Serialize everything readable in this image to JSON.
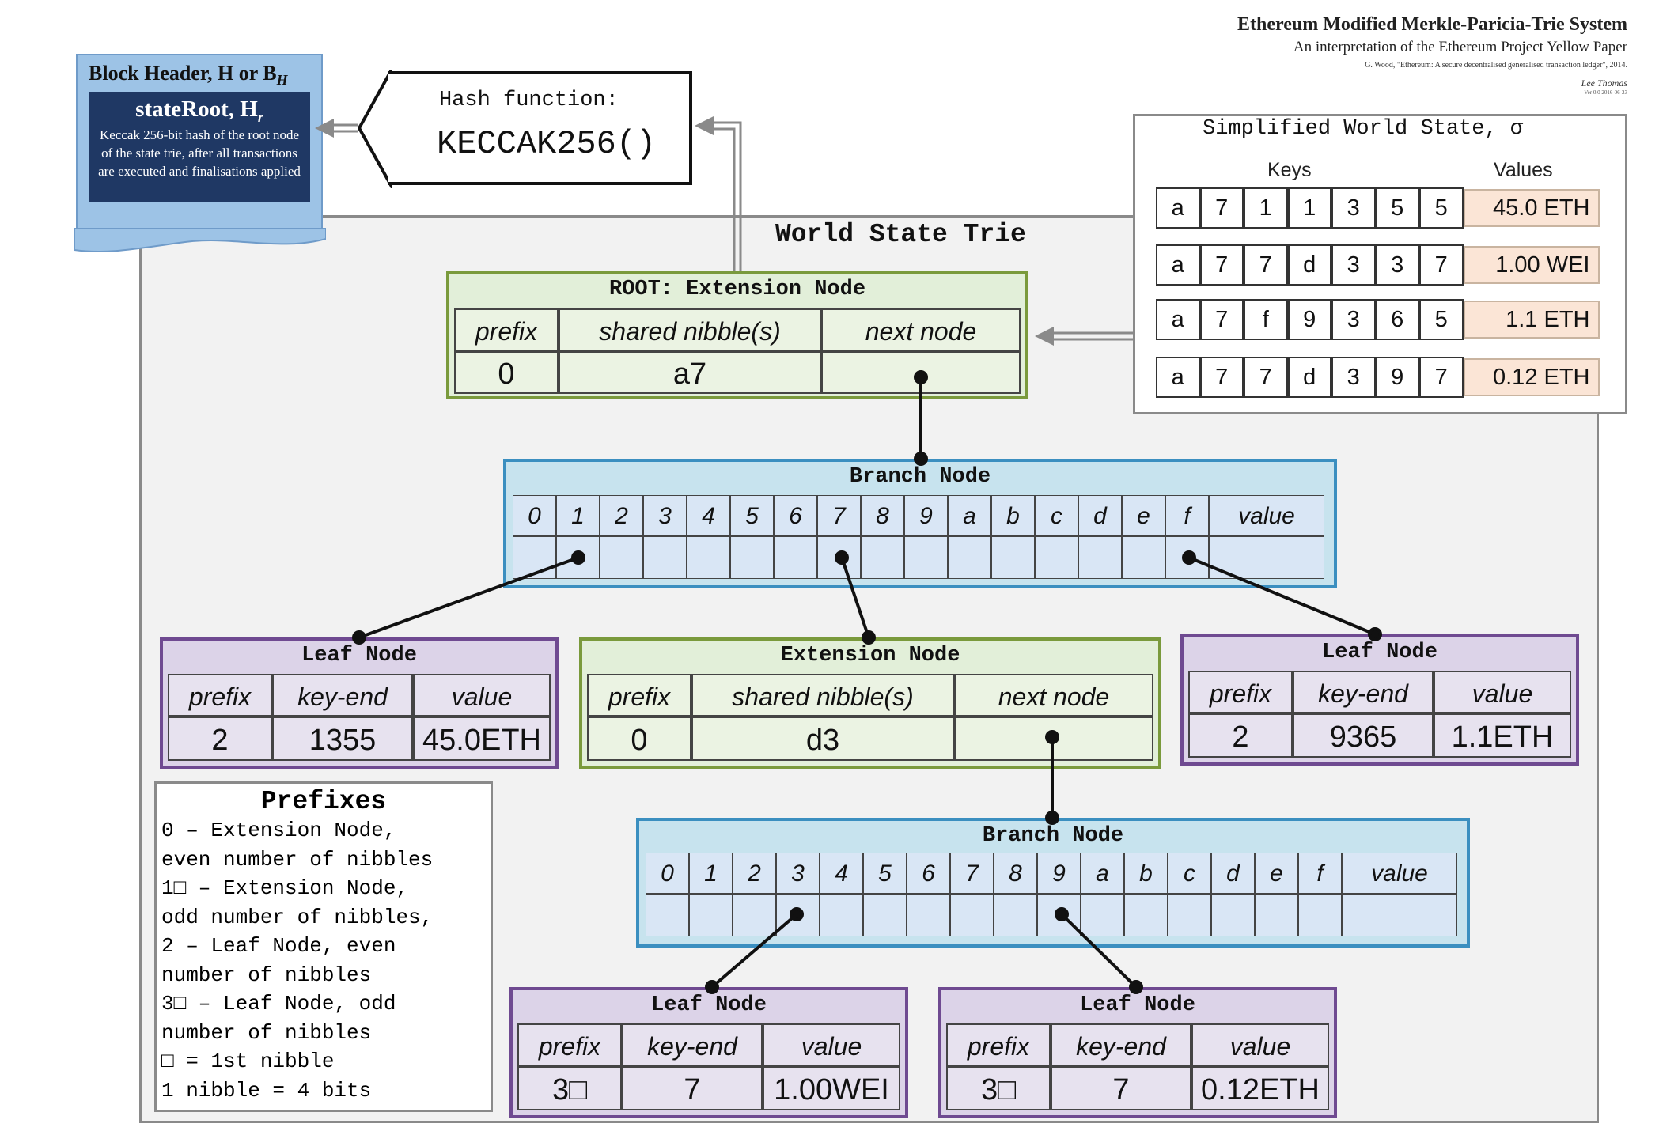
{
  "header": {
    "title": "Ethereum Modified Merkle-Paricia-Trie System",
    "subtitle": "An interpretation of the Ethereum Project Yellow Paper",
    "citation": "G. Wood, \"Ethereum: A secure decentralised generalised transaction ledger\", 2014.",
    "author": "Lee Thomas",
    "version": "Ver 0.0 2016-06-23"
  },
  "block_header": {
    "title": "Block Header, H or B",
    "title_sub": "H",
    "state_root": "stateRoot, H",
    "state_root_sub": "r",
    "description": "Keccak 256-bit hash of the root node of the state trie, after all transactions are executed and finalisations applied"
  },
  "hash": {
    "label": "Hash function:",
    "function": "KECCAK256()"
  },
  "trie_title": "World State Trie",
  "world_state": {
    "title": "Simplified World State, σ",
    "keys_header": "Keys",
    "values_header": "Values",
    "rows": [
      {
        "key": [
          "a",
          "7",
          "1",
          "1",
          "3",
          "5",
          "5"
        ],
        "value": "45.0 ETH"
      },
      {
        "key": [
          "a",
          "7",
          "7",
          "d",
          "3",
          "3",
          "7"
        ],
        "value": "1.00 WEI"
      },
      {
        "key": [
          "a",
          "7",
          "f",
          "9",
          "3",
          "6",
          "5"
        ],
        "value": "1.1 ETH"
      },
      {
        "key": [
          "a",
          "7",
          "7",
          "d",
          "3",
          "9",
          "7"
        ],
        "value": "0.12 ETH"
      }
    ]
  },
  "root_node": {
    "title": "ROOT: Extension Node",
    "headers": [
      "prefix",
      "shared nibble(s)",
      "next node"
    ],
    "values": [
      "0",
      "a7",
      ""
    ]
  },
  "branch_nodes": [
    {
      "title": "Branch Node",
      "cells": [
        "0",
        "1",
        "2",
        "3",
        "4",
        "5",
        "6",
        "7",
        "8",
        "9",
        "a",
        "b",
        "c",
        "d",
        "e",
        "f"
      ],
      "value_label": "value"
    },
    {
      "title": "Branch Node",
      "cells": [
        "0",
        "1",
        "2",
        "3",
        "4",
        "5",
        "6",
        "7",
        "8",
        "9",
        "a",
        "b",
        "c",
        "d",
        "e",
        "f"
      ],
      "value_label": "value"
    }
  ],
  "extension_node": {
    "title": "Extension Node",
    "headers": [
      "prefix",
      "shared nibble(s)",
      "next node"
    ],
    "values": [
      "0",
      "d3",
      ""
    ]
  },
  "leaf_nodes": [
    {
      "title": "Leaf Node",
      "headers": [
        "prefix",
        "key-end",
        "value"
      ],
      "values": [
        "2",
        "1355",
        "45.0ETH"
      ]
    },
    {
      "title": "Leaf Node",
      "headers": [
        "prefix",
        "key-end",
        "value"
      ],
      "values": [
        "2",
        "9365",
        "1.1ETH"
      ]
    },
    {
      "title": "Leaf Node",
      "headers": [
        "prefix",
        "key-end",
        "value"
      ],
      "values": [
        "3□",
        "7",
        "1.00WEI"
      ]
    },
    {
      "title": "Leaf Node",
      "headers": [
        "prefix",
        "key-end",
        "value"
      ],
      "values": [
        "3□",
        "7",
        "0.12ETH"
      ]
    }
  ],
  "prefixes": {
    "title": "Prefixes",
    "lines": [
      "0 – Extension Node,",
      "even number of nibbles",
      "1□ – Extension Node,",
      "odd number of nibbles,",
      "2 – Leaf Node, even",
      "number of nibbles",
      "3□ – Leaf Node, odd",
      "number of nibbles",
      "□ = 1st nibble",
      "1 nibble = 4 bits"
    ]
  }
}
